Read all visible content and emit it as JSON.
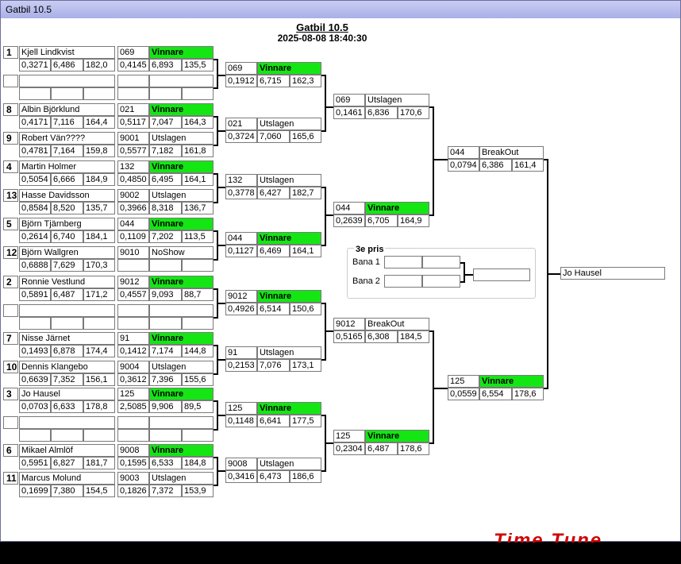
{
  "window": {
    "title": "Gatbil 10.5"
  },
  "header": {
    "title": "Gatbil 10.5",
    "datetime": "2025-08-08 18:40:30"
  },
  "logo_text": "Time Tune",
  "colors": {
    "winner": "#14e614",
    "logo": "#d00000"
  },
  "round1_labels": {
    "winner": "Vinnare",
    "loser": "Utslagen",
    "noshow": "NoShow",
    "breakout": "BreakOut"
  },
  "drivers": [
    {
      "seed": "1",
      "name": "Kjell Lindkvist",
      "rt": "0,3271",
      "et": "6,486",
      "sp": "182,0",
      "car": "069",
      "status": "Vinnare",
      "rt2": "0,4145",
      "et2": "6,893",
      "sp2": "135,5"
    },
    {
      "seed": "",
      "name": "",
      "rt": "",
      "et": "",
      "sp": "",
      "car": "",
      "status": "",
      "rt2": "",
      "et2": "",
      "sp2": ""
    },
    {
      "seed": "8",
      "name": "Albin Björklund",
      "rt": "0,4171",
      "et": "7,116",
      "sp": "164,4",
      "car": "021",
      "status": "Vinnare",
      "rt2": "0,5117",
      "et2": "7,047",
      "sp2": "164,3"
    },
    {
      "seed": "9",
      "name": "Robert Vän????",
      "rt": "0,4781",
      "et": "7,164",
      "sp": "159,8",
      "car": "9001",
      "status": "Utslagen",
      "rt2": "0,5577",
      "et2": "7,182",
      "sp2": "161,8"
    },
    {
      "seed": "4",
      "name": "Martin Holmer",
      "rt": "0,5054",
      "et": "6,666",
      "sp": "184,9",
      "car": "132",
      "status": "Vinnare",
      "rt2": "0,4850",
      "et2": "6,495",
      "sp2": "164,1"
    },
    {
      "seed": "13",
      "name": "Hasse Davidsson",
      "rt": "0,8584",
      "et": "8,520",
      "sp": "135,7",
      "car": "9002",
      "status": "Utslagen",
      "rt2": "0,3966",
      "et2": "8,318",
      "sp2": "136,7"
    },
    {
      "seed": "5",
      "name": "Björn Tjärnberg",
      "rt": "0,2614",
      "et": "6,740",
      "sp": "184,1",
      "car": "044",
      "status": "Vinnare",
      "rt2": "0,1109",
      "et2": "7,202",
      "sp2": "113,5"
    },
    {
      "seed": "12",
      "name": "Björn Wallgren",
      "rt": "0,6888",
      "et": "7,629",
      "sp": "170,3",
      "car": "9010",
      "status": "NoShow",
      "rt2": "",
      "et2": "",
      "sp2": ""
    },
    {
      "seed": "2",
      "name": "Ronnie Vestlund",
      "rt": "0,5891",
      "et": "6,487",
      "sp": "171,2",
      "car": "9012",
      "status": "Vinnare",
      "rt2": "0,4557",
      "et2": "9,093",
      "sp2": "88,7"
    },
    {
      "seed": "",
      "name": "",
      "rt": "",
      "et": "",
      "sp": "",
      "car": "",
      "status": "",
      "rt2": "",
      "et2": "",
      "sp2": ""
    },
    {
      "seed": "7",
      "name": "Nisse Järnet",
      "rt": "0,1493",
      "et": "6,878",
      "sp": "174,4",
      "car": "91",
      "status": "Vinnare",
      "rt2": "0,1412",
      "et2": "7,174",
      "sp2": "144,8"
    },
    {
      "seed": "10",
      "name": "Dennis Klangebo",
      "rt": "0,6639",
      "et": "7,352",
      "sp": "156,1",
      "car": "9004",
      "status": "Utslagen",
      "rt2": "0,3612",
      "et2": "7,396",
      "sp2": "155,6"
    },
    {
      "seed": "3",
      "name": "Jo Hausel",
      "rt": "0,0703",
      "et": "6,633",
      "sp": "178,8",
      "car": "125",
      "status": "Vinnare",
      "rt2": "2,5085",
      "et2": "9,906",
      "sp2": "89,5"
    },
    {
      "seed": "",
      "name": "",
      "rt": "",
      "et": "",
      "sp": "",
      "car": "",
      "status": "",
      "rt2": "",
      "et2": "",
      "sp2": ""
    },
    {
      "seed": "6",
      "name": "Mikael Almlöf",
      "rt": "0,5951",
      "et": "6,827",
      "sp": "181,7",
      "car": "9008",
      "status": "Vinnare",
      "rt2": "0,1595",
      "et2": "6,533",
      "sp2": "184,8"
    },
    {
      "seed": "11",
      "name": "Marcus Molund",
      "rt": "0,1699",
      "et": "7,380",
      "sp": "154,5",
      "car": "9003",
      "status": "Utslagen",
      "rt2": "0,1826",
      "et2": "7,372",
      "sp2": "153,9"
    }
  ],
  "round2": [
    {
      "car": "069",
      "status": "Vinnare",
      "rt": "0,1912",
      "et": "6,715",
      "sp": "162,3"
    },
    {
      "car": "021",
      "status": "Utslagen",
      "rt": "0,3724",
      "et": "7,060",
      "sp": "165,6"
    },
    {
      "car": "132",
      "status": "Utslagen",
      "rt": "0,3778",
      "et": "6,427",
      "sp": "182,7"
    },
    {
      "car": "044",
      "status": "Vinnare",
      "rt": "0,1127",
      "et": "6,469",
      "sp": "164,1"
    },
    {
      "car": "9012",
      "status": "Vinnare",
      "rt": "0,4926",
      "et": "6,514",
      "sp": "150,6"
    },
    {
      "car": "91",
      "status": "Utslagen",
      "rt": "0,2153",
      "et": "7,076",
      "sp": "173,1"
    },
    {
      "car": "125",
      "status": "Vinnare",
      "rt": "0,1148",
      "et": "6,641",
      "sp": "177,5"
    },
    {
      "car": "9008",
      "status": "Utslagen",
      "rt": "0,3416",
      "et": "6,473",
      "sp": "186,6"
    }
  ],
  "round3": [
    {
      "car": "069",
      "status": "Utslagen",
      "rt": "0,1461",
      "et": "6,836",
      "sp": "170,6"
    },
    {
      "car": "044",
      "status": "Vinnare",
      "rt": "0,2639",
      "et": "6,705",
      "sp": "164,9"
    },
    {
      "car": "9012",
      "status": "BreakOut",
      "rt": "0,5165",
      "et": "6,308",
      "sp": "184,5"
    },
    {
      "car": "125",
      "status": "Vinnare",
      "rt": "0,2304",
      "et": "6,487",
      "sp": "178,6"
    }
  ],
  "round4": [
    {
      "car": "044",
      "status": "BreakOut",
      "rt": "0,0794",
      "et": "6,386",
      "sp": "161,4"
    },
    {
      "car": "125",
      "status": "Vinnare",
      "rt": "0,0559",
      "et": "6,554",
      "sp": "178,6"
    }
  ],
  "champion": "Jo Hausel",
  "third_place": {
    "title": "3e pris",
    "lane1": "Bana 1",
    "lane2": "Bana 2"
  }
}
